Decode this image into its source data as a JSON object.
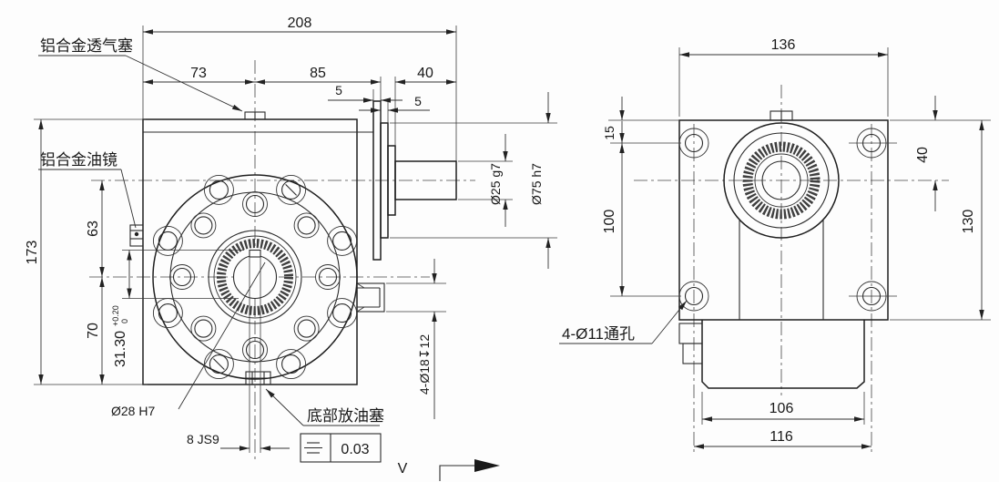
{
  "title": "gearbox-two-view-drawing",
  "labels": {
    "vent_plug": "铝合金透气塞",
    "oil_glass": "铝合金油镜",
    "bore_dia": "Ø28 H7",
    "drain_plug": "底部放油塞",
    "keyway_width": "8 JS9",
    "symmetry_tolerance": "0.03",
    "through_holes": "4-Ø11通孔",
    "counterbore_holes": "4-Ø18↧12",
    "view_direction": "V"
  },
  "main_view": {
    "overall_width": "208",
    "left_to_axis": "73",
    "axis_to_flange": "85",
    "shaft_length": "40",
    "flange_step": "5",
    "spigot_step": "5",
    "overall_height": "173",
    "axis_offset": "63",
    "axis_to_base": "70",
    "keyway_dim": "31.30",
    "keyway_tol_upper": "+0.20",
    "keyway_tol_lower": "0",
    "shaft_dia": "Ø25 g7",
    "spigot_dia": "Ø75 h7"
  },
  "side_view": {
    "width": "136",
    "edge_to_hole": "15",
    "hole_pitch_vertical": "100",
    "edge_to_axis": "40",
    "height": "130",
    "base_width": "106",
    "hole_pitch_horizontal": "116"
  }
}
